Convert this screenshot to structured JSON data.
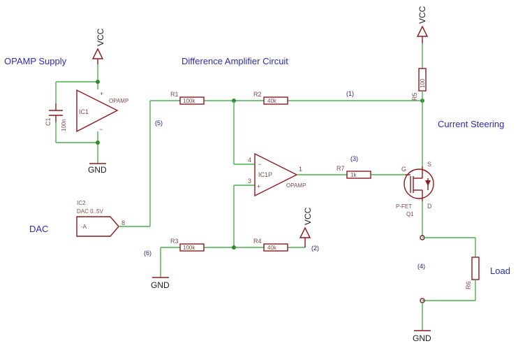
{
  "sections": {
    "opamp_supply": "OPAMP Supply",
    "difference_amplifier": "Difference Amplifier Circuit",
    "current_steering": "Current Steering",
    "dac": "DAC",
    "load": "Load"
  },
  "power": {
    "vcc": "VCC",
    "gnd": "GND"
  },
  "components": {
    "ic1": {
      "name": "IC1",
      "value": "OPAMP"
    },
    "c1": {
      "name": "C1",
      "value": "100n"
    },
    "r1": {
      "name": "R1",
      "value": "100k"
    },
    "r2": {
      "name": "R2",
      "value": "40k"
    },
    "r3": {
      "name": "R3",
      "value": "100k"
    },
    "r4": {
      "name": "R4",
      "value": "40k"
    },
    "r5": {
      "name": "R5",
      "value": "100"
    },
    "r6": {
      "name": "R6"
    },
    "r7": {
      "name": "R7",
      "value": "1k"
    },
    "ic1p": {
      "name": "IC1P",
      "value": "OPAMP"
    },
    "ic2": {
      "name": "IC2",
      "value": "DAC 0..5V",
      "pin_label": "-A",
      "pin": "8"
    },
    "q1": {
      "name": "Q1",
      "value": "P-FET",
      "gate": "G",
      "source": "S",
      "drain": "D"
    }
  },
  "pins": {
    "inv_num": "4",
    "noninv_num": "3",
    "out_num": "1",
    "minus": "−",
    "plus": "+"
  },
  "nets": {
    "n1": "(1)",
    "n2": "(2)",
    "n3": "(3)",
    "n4": "(4)",
    "n5": "(5)",
    "n6": "(6)"
  }
}
